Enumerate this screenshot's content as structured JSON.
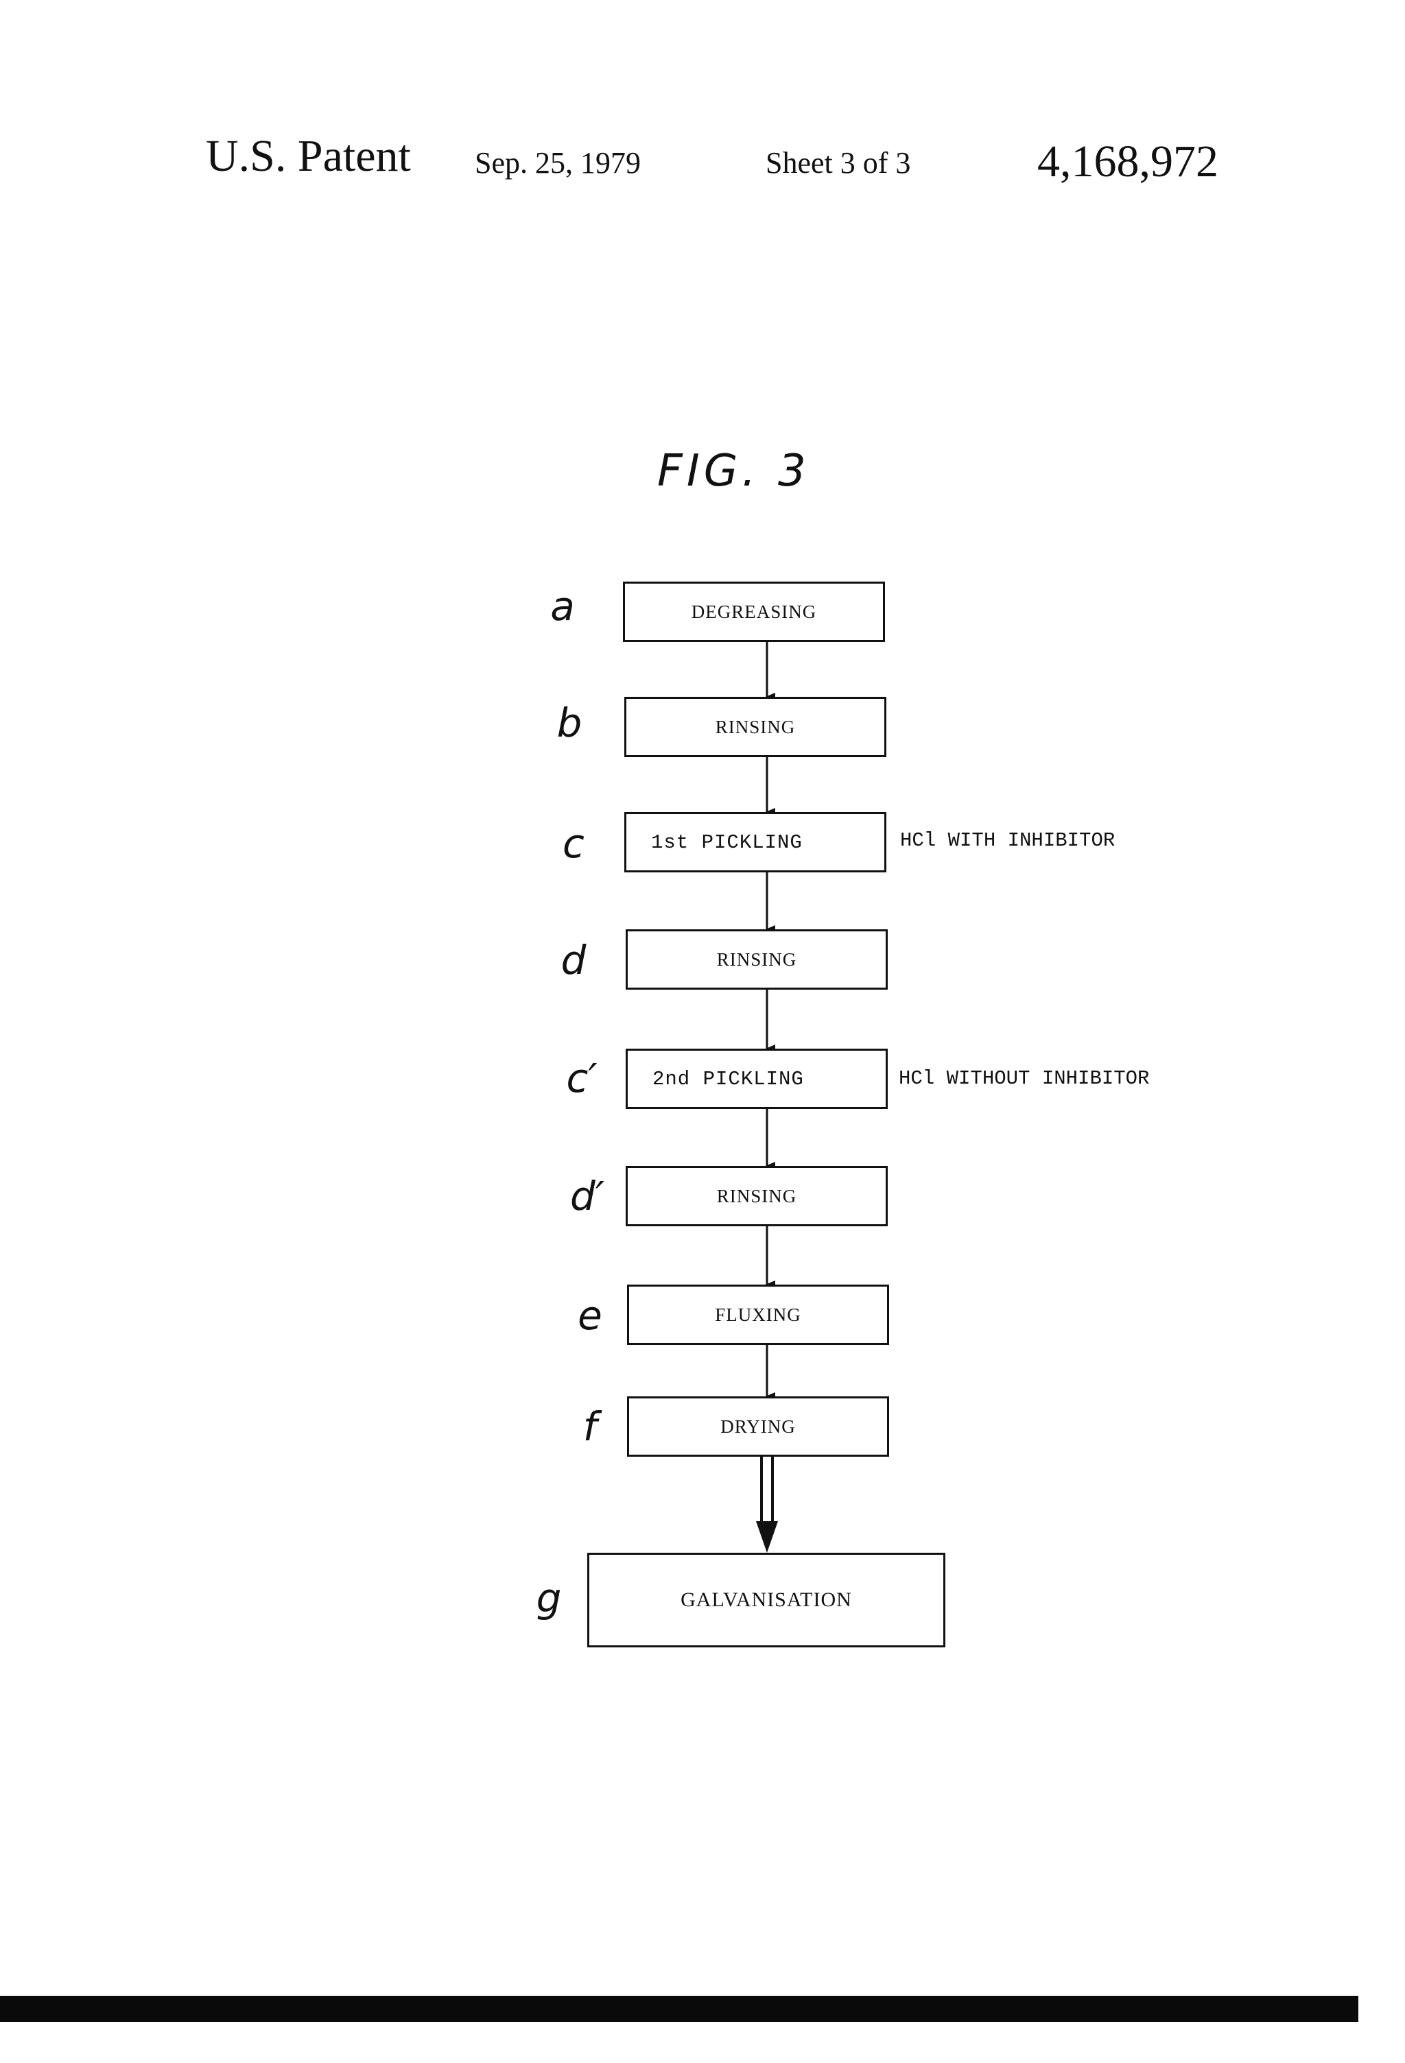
{
  "header": {
    "left": "U.S. Patent",
    "date": "Sep. 25, 1979",
    "sheet": "Sheet 3 of 3",
    "patent_number": "4,168,972"
  },
  "figure": {
    "label": "FIG. 3"
  },
  "steps": [
    {
      "letter": "a",
      "text": "DEGREASING"
    },
    {
      "letter": "b",
      "text": "RINSING"
    },
    {
      "letter": "c",
      "text": "1st PICKLING",
      "note": "HCl WITH INHIBITOR"
    },
    {
      "letter": "d",
      "text": "RINSING"
    },
    {
      "letter": "c′",
      "text": "2nd PICKLING",
      "note": "HCl WITHOUT INHIBITOR"
    },
    {
      "letter": "d′",
      "text": "RINSING"
    },
    {
      "letter": "e",
      "text": "FLUXING"
    },
    {
      "letter": "f",
      "text": "DRYING"
    },
    {
      "letter": "g",
      "text": "GALVANISATION"
    }
  ]
}
